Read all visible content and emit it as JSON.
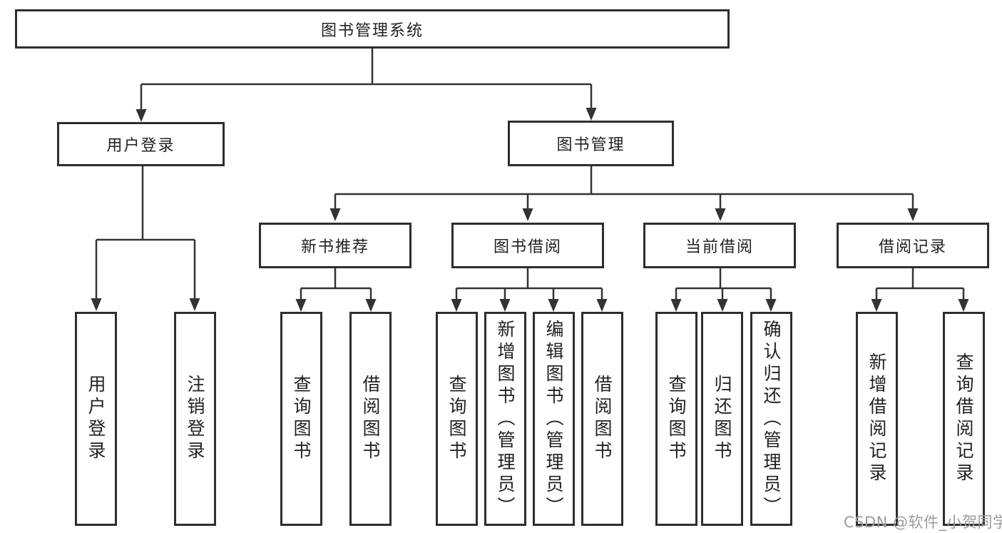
{
  "diagram": {
    "watermark": "CSDN @软件_小贺同学",
    "colors": {
      "line": "#333333",
      "box_border": "#2e2e2e",
      "box_fill": "#ffffff",
      "text": "#222222",
      "watermark": "#9b9b9b",
      "background": "#ffffff"
    },
    "nodes": {
      "root": {
        "label": "图书管理系统"
      },
      "l2": [
        {
          "label": "用户登录"
        },
        {
          "label": "图书管理"
        }
      ],
      "l3": [
        {
          "label": "新书推荐"
        },
        {
          "label": "图书借阅"
        },
        {
          "label": "当前借阅"
        },
        {
          "label": "借阅记录"
        }
      ],
      "l4": [
        {
          "label": "用户登录"
        },
        {
          "label": "注销登录"
        },
        {
          "label": "查询图书"
        },
        {
          "label": "借阅图书"
        },
        {
          "label": "查询图书"
        },
        {
          "label": "新增图书（管理员）"
        },
        {
          "label": "编辑图书（管理员）"
        },
        {
          "label": "借阅图书"
        },
        {
          "label": "查询图书"
        },
        {
          "label": "归还图书"
        },
        {
          "label": "确认归还（管理员）"
        },
        {
          "label": "新增借阅记录"
        },
        {
          "label": "查询借阅记录"
        }
      ]
    },
    "edges": [
      {
        "from": "图书管理系统",
        "to": [
          "用户登录",
          "图书管理"
        ]
      },
      {
        "from": "用户登录",
        "to": [
          "用户登录",
          "注销登录"
        ]
      },
      {
        "from": "图书管理",
        "to": [
          "新书推荐",
          "图书借阅",
          "当前借阅",
          "借阅记录"
        ]
      },
      {
        "from": "新书推荐",
        "to": [
          "查询图书",
          "借阅图书"
        ]
      },
      {
        "from": "图书借阅",
        "to": [
          "查询图书",
          "新增图书（管理员）",
          "编辑图书（管理员）",
          "借阅图书"
        ]
      },
      {
        "from": "当前借阅",
        "to": [
          "查询图书",
          "归还图书",
          "确认归还（管理员）"
        ]
      },
      {
        "from": "借阅记录",
        "to": [
          "新增借阅记录",
          "查询借阅记录"
        ]
      }
    ]
  }
}
